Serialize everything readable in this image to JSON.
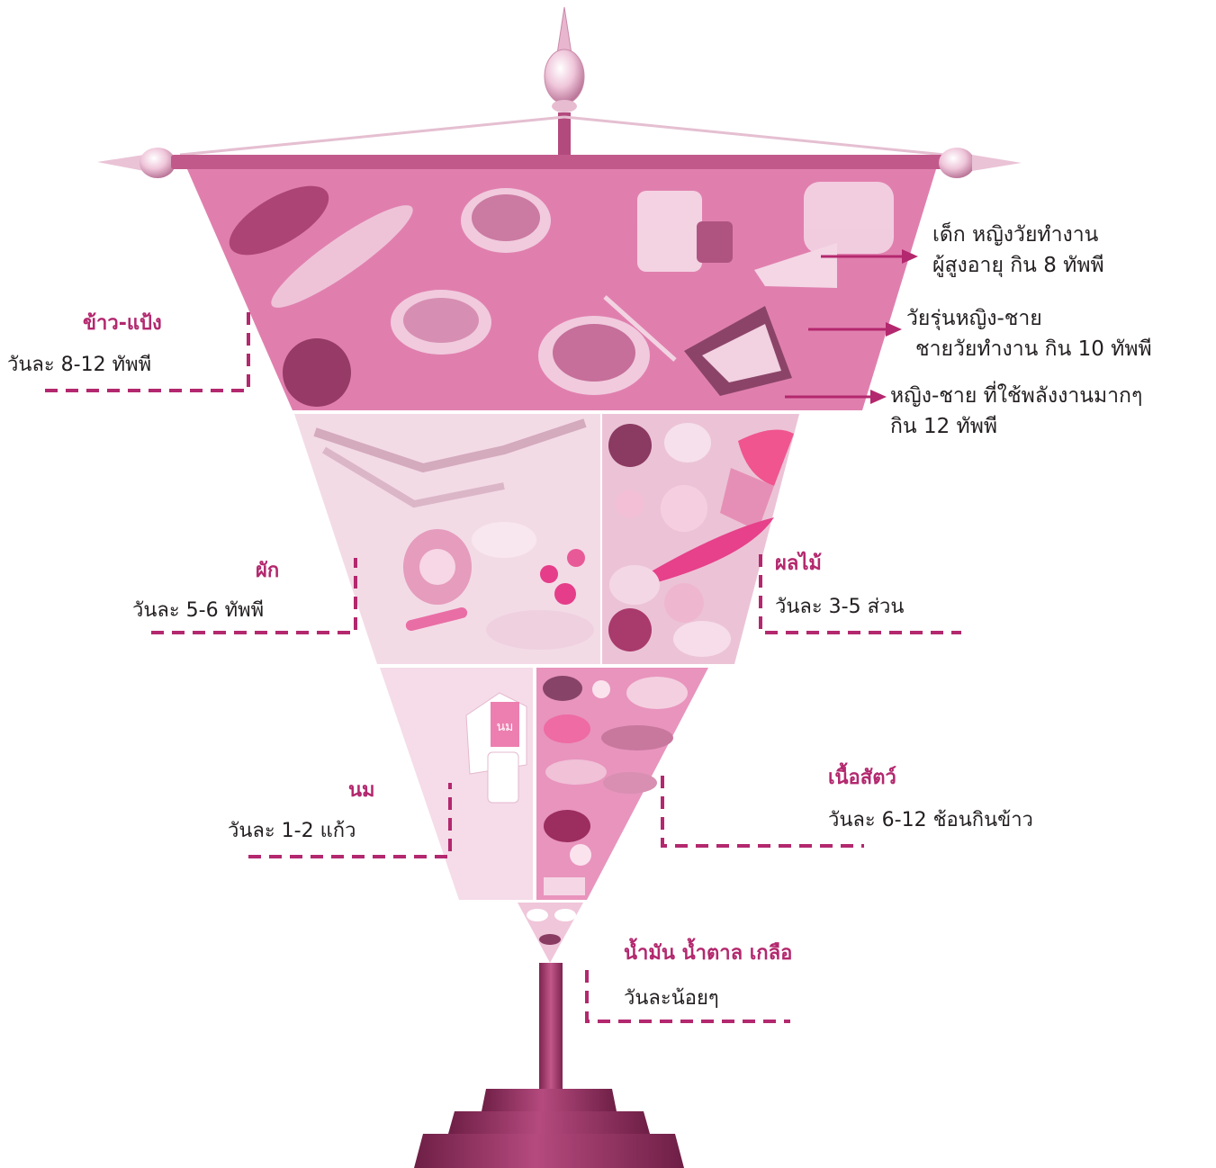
{
  "colors": {
    "accent": "#b3286e",
    "tier_top": "#e07fae",
    "veg": "#f3dbe6",
    "fruit": "#ecc3d6",
    "milk": "#f5dce8",
    "meat": "#e894bd",
    "oil": "#f0c6da",
    "stand": "#a23a6c"
  },
  "groups": {
    "rice": {
      "title": "ข้าว-แป้ง",
      "amount": "วันละ 8-12 ทัพพี"
    },
    "veg": {
      "title": "ผัก",
      "amount": "วันละ 5-6 ทัพพี"
    },
    "fruit": {
      "title": "ผลไม้",
      "amount": "วันละ 3-5 ส่วน"
    },
    "milk": {
      "title": "นม",
      "amount": "วันละ 1-2 แก้ว"
    },
    "meat": {
      "title": "เนื้อสัตว์",
      "amount": "วันละ 6-12 ช้อนกินข้าว"
    },
    "oil": {
      "title": "น้ำมัน น้ำตาล เกลือ",
      "amount": "วันละน้อยๆ"
    }
  },
  "rice_notes": [
    {
      "line1": "เด็ก หญิงวัยทำงาน",
      "line2": "ผู้สูงอายุ กิน 8 ทัพพี"
    },
    {
      "line1": "วัยรุ่นหญิง-ชาย",
      "line2": "ชายวัยทำงาน กิน 10 ทัพพี"
    },
    {
      "line1": "หญิง-ชาย ที่ใช้พลังงานมากๆ",
      "line2": "กิน 12 ทัพพี"
    }
  ],
  "food_items": {
    "carton_label": "นม"
  }
}
